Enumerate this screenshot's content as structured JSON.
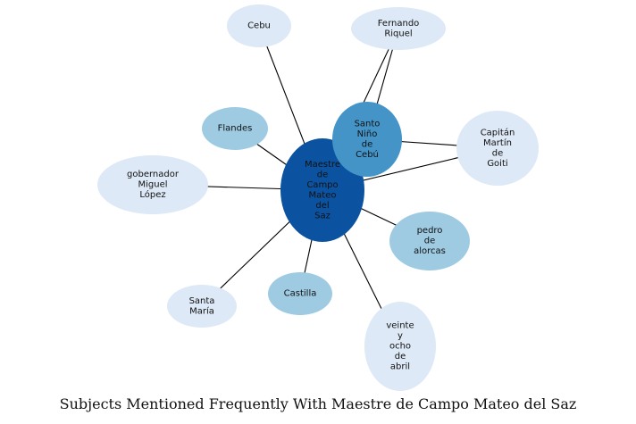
{
  "caption": "Subjects Mentioned Frequently With Maestre de Campo Mateo del Saz",
  "colors": {
    "edge": "#000000",
    "text": "#111111"
  },
  "nodes": [
    {
      "id": "center",
      "lines": [
        "Maestre",
        "de",
        "Campo",
        "Mateo",
        "del",
        "Saz"
      ],
      "fill": "#0b53a0"
    },
    {
      "id": "santo-nino",
      "lines": [
        "Santo",
        "Niño",
        "de",
        "Cebú"
      ],
      "fill": "#4494c8"
    },
    {
      "id": "cebu",
      "lines": [
        "Cebu"
      ],
      "fill": "#dde9f6"
    },
    {
      "id": "fernando",
      "lines": [
        "Fernando",
        "Riquel"
      ],
      "fill": "#dde9f6"
    },
    {
      "id": "flandes",
      "lines": [
        "Flandes"
      ],
      "fill": "#9ecae2"
    },
    {
      "id": "capitan",
      "lines": [
        "Capitán",
        "Martín",
        "de",
        "Goiti"
      ],
      "fill": "#dde9f6"
    },
    {
      "id": "gobernador",
      "lines": [
        "gobernador",
        "Miguel",
        "López"
      ],
      "fill": "#dde9f6"
    },
    {
      "id": "pedro",
      "lines": [
        "pedro",
        "de",
        "alorcas"
      ],
      "fill": "#9ecae2"
    },
    {
      "id": "castilla",
      "lines": [
        "Castilla"
      ],
      "fill": "#9ecae2"
    },
    {
      "id": "santa-maria",
      "lines": [
        "Santa",
        "María"
      ],
      "fill": "#dde9f6"
    },
    {
      "id": "veinte",
      "lines": [
        "veinte",
        "y",
        "ocho",
        "de",
        "abril"
      ],
      "fill": "#dde9f6"
    }
  ],
  "edges": [
    [
      "center",
      "cebu"
    ],
    [
      "center",
      "fernando"
    ],
    [
      "center",
      "flandes"
    ],
    [
      "center",
      "capitan"
    ],
    [
      "center",
      "gobernador"
    ],
    [
      "center",
      "pedro"
    ],
    [
      "center",
      "castilla"
    ],
    [
      "center",
      "santa-maria"
    ],
    [
      "center",
      "veinte"
    ]
  ]
}
